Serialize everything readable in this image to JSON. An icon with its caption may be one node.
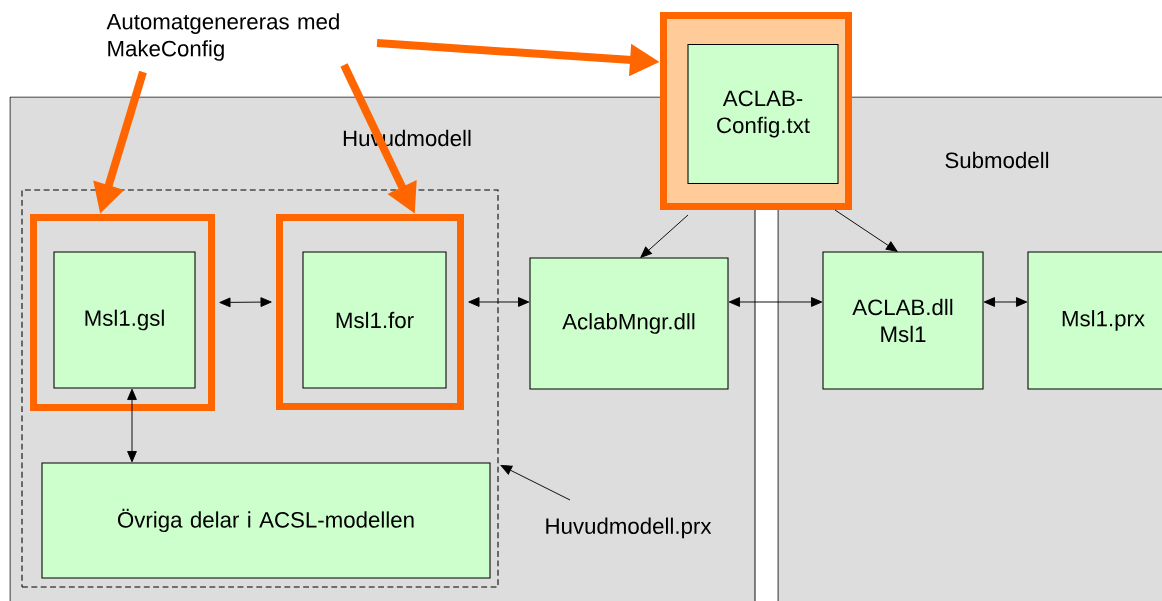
{
  "diagram": {
    "nodes": [
      {
        "text": [
          "Automatgenereras med MakeConfig"
        ]
      },
      {
        "text": [],
        "shape": "box"
      },
      {
        "text": [
          "ACLAB-Config.txt"
        ],
        "in": 1
      },
      {
        "text": [
          "Huvudmodell"
        ]
      },
      {
        "text": [
          "Submodell"
        ]
      },
      {
        "text": [],
        "shape": "box",
        "in": 3
      },
      {
        "text": [],
        "shape": "box",
        "in": 5
      },
      {
        "text": [
          "Msl1.gsl"
        ],
        "in": 6
      },
      {
        "text": [],
        "shape": "box",
        "in": 5
      },
      {
        "text": [
          "Msl1.for"
        ],
        "in": 8
      },
      {
        "text": [
          "AclabMngr.dll"
        ],
        "in": 3
      },
      {
        "text": [
          "ACLAB.dll Msl1"
        ],
        "in": 4
      },
      {
        "text": [
          "Msl1.prx"
        ],
        "in": 4
      },
      {
        "text": [
          "Övriga delar i ACSL-modellen"
        ],
        "in": 5
      },
      {
        "text": [
          "Huvudmodell.prx"
        ],
        "in": 3
      }
    ],
    "edges": [
      {
        "from": 0,
        "to": 6,
        "arrow": "to",
        "style": "thick",
        "color": "#ff6600"
      },
      {
        "from": 0,
        "to": 8,
        "arrow": "to",
        "style": "thick",
        "color": "#ff6600"
      },
      {
        "from": 0,
        "to": 1,
        "arrow": "to",
        "style": "thick",
        "color": "#ff6600"
      },
      {
        "from": 6,
        "to": 8,
        "arrow": "both"
      },
      {
        "from": 8,
        "to": 10,
        "arrow": "both"
      },
      {
        "from": 10,
        "to": 11,
        "arrow": "both"
      },
      {
        "from": 11,
        "to": 12,
        "arrow": "both"
      },
      {
        "from": 7,
        "to": 13,
        "arrow": "both"
      },
      {
        "from": 1,
        "to": 10,
        "arrow": "to"
      },
      {
        "from": 1,
        "to": 11,
        "arrow": "to"
      },
      {
        "from": 14,
        "to": 5,
        "arrow": "to"
      }
    ]
  }
}
